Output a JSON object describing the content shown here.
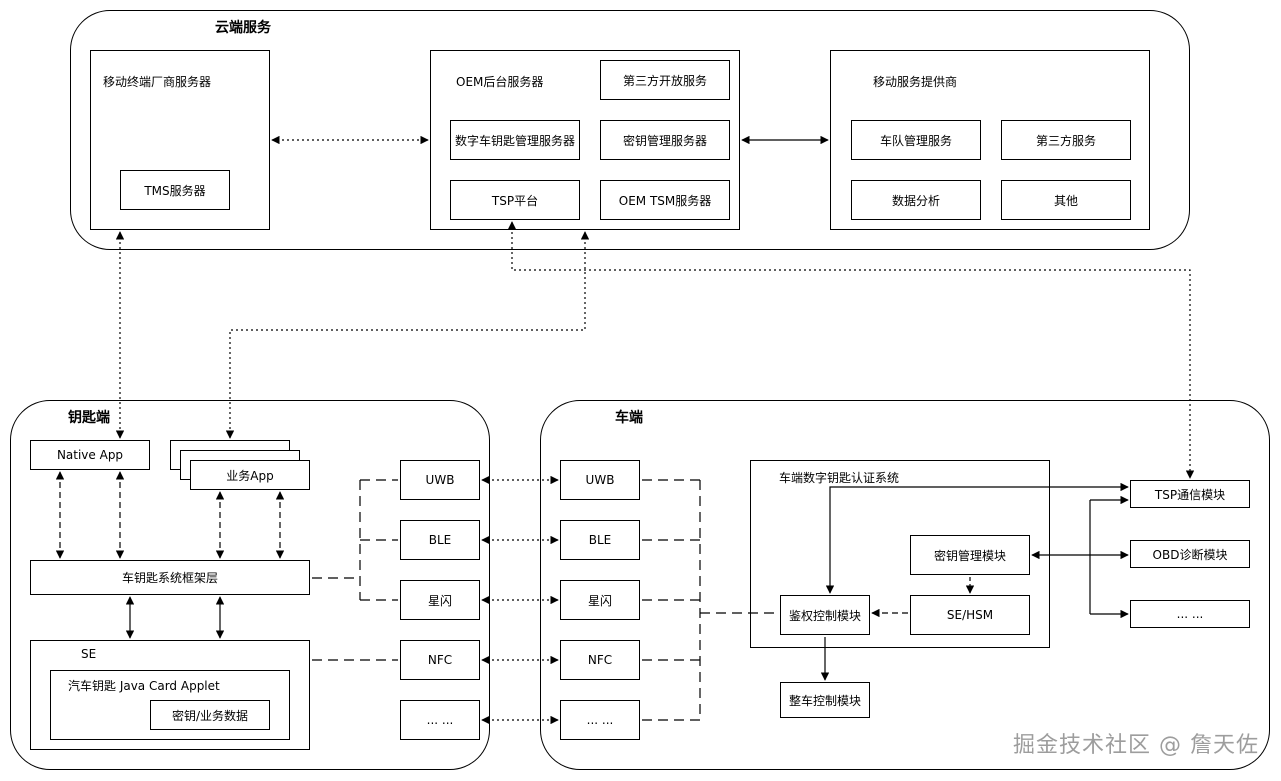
{
  "regions": {
    "cloud": "云端服务",
    "key": "钥匙端",
    "car": "车端"
  },
  "cloud": {
    "mobile_vendor_server": "移动终端厂商服务器",
    "tms_server": "TMS服务器",
    "oem_backend": "OEM后台服务器",
    "third_party_open_service": "第三方开放服务",
    "digital_key_mgmt_server": "数字车钥匙管理服务器",
    "key_mgmt_server": "密钥管理服务器",
    "tsp_platform": "TSP平台",
    "oem_tsm_server": "OEM TSM服务器",
    "mobile_service_provider": "移动服务提供商",
    "fleet_mgmt_service": "车队管理服务",
    "third_party_service": "第三方服务",
    "data_analysis": "数据分析",
    "other": "其他"
  },
  "key_side": {
    "native_app": "Native App",
    "business_app": "业务App",
    "framework_layer": "车钥匙系统框架层",
    "se": "SE",
    "applet": "汽车钥匙 Java Card Applet",
    "key_business_data": "密钥/业务数据",
    "uwb": "UWB",
    "ble": "BLE",
    "xingshan": "星闪",
    "nfc": "NFC",
    "more": "... ..."
  },
  "car_side": {
    "uwb": "UWB",
    "ble": "BLE",
    "xingshan": "星闪",
    "nfc": "NFC",
    "more": "... ...",
    "auth_system": "车端数字钥匙认证系统",
    "key_mgmt_module": "密钥管理模块",
    "se_hsm": "SE/HSM",
    "auth_control_module": "鉴权控制模块",
    "vehicle_control_module": "整车控制模块",
    "tsp_comm_module": "TSP通信模块",
    "obd_module": "OBD诊断模块"
  },
  "watermark": "掘金技术社区 @ 詹天佐"
}
